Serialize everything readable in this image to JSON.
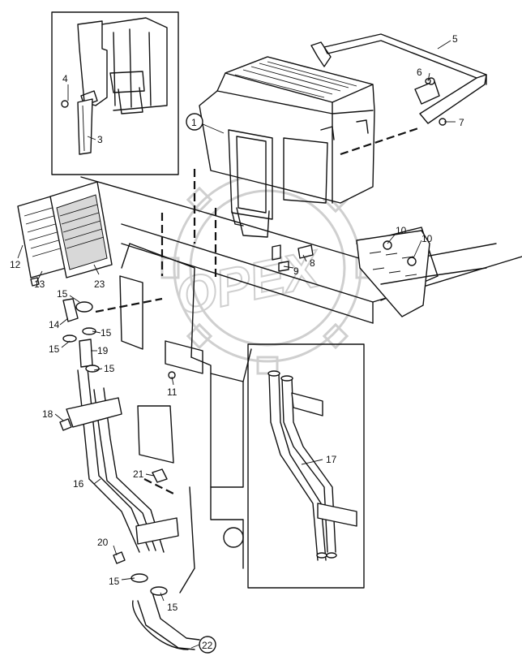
{
  "diagram": {
    "watermark_text": "OPEX",
    "callouts": {
      "c1": "1",
      "c3": "3",
      "c4": "4",
      "c5": "5",
      "c6": "6",
      "c7": "7",
      "c8": "8",
      "c9": "9",
      "c10a": "10",
      "c10b": "10",
      "c11": "11",
      "c12": "12",
      "c13": "13",
      "c14": "14",
      "c15a": "15",
      "c15b": "15",
      "c15c": "15",
      "c15d": "15",
      "c15e": "15",
      "c15f": "15",
      "c16": "16",
      "c17": "17",
      "c18": "18",
      "c19": "19",
      "c20": "20",
      "c21": "21",
      "c22": "22",
      "c23": "23"
    }
  }
}
